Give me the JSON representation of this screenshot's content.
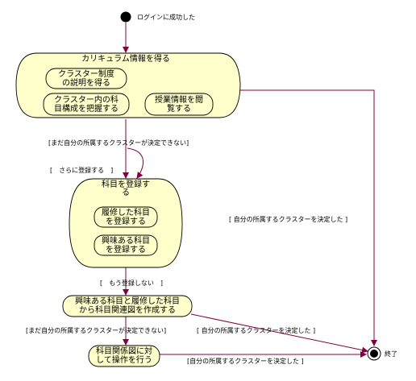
{
  "start_label": "ログインに成功した",
  "end_label": "終了",
  "activities": {
    "curriculum": "カリキュラム情報を得る",
    "cluster_desc": [
      "クラスター制度",
      "の説明を得る"
    ],
    "cluster_subjects": [
      "クラスター内の科",
      "目構成を把握する"
    ],
    "class_info": [
      "授業情報を閲",
      "覧する"
    ],
    "register": [
      "科目を登録す",
      "る"
    ],
    "taken_subject": [
      "履修した科目",
      "を登録する"
    ],
    "interest_subject": [
      "興味ある科目",
      "を登録する"
    ],
    "make_diagram": [
      "興味ある科目と履修した科目",
      "から科目関連図を作成する"
    ],
    "operate_diagram": [
      "科目関係図に対",
      "して操作を行う"
    ]
  },
  "guards": {
    "undecided_1": "[まだ自分の所属するクラスターが決定できない]",
    "register_more": "[　さらに登録する　]",
    "decided_right": "[ 自分の所属するクラスターを決定した ]",
    "no_more": "[　もう登録しない　]",
    "undecided_2": "[まだ自分の所属するクラスターが決定できない]",
    "decided_mid": "[ 自分の所属するクラスターを決定した ]",
    "decided_bottom": "[自分の所属するクラスターを決定した ]"
  }
}
